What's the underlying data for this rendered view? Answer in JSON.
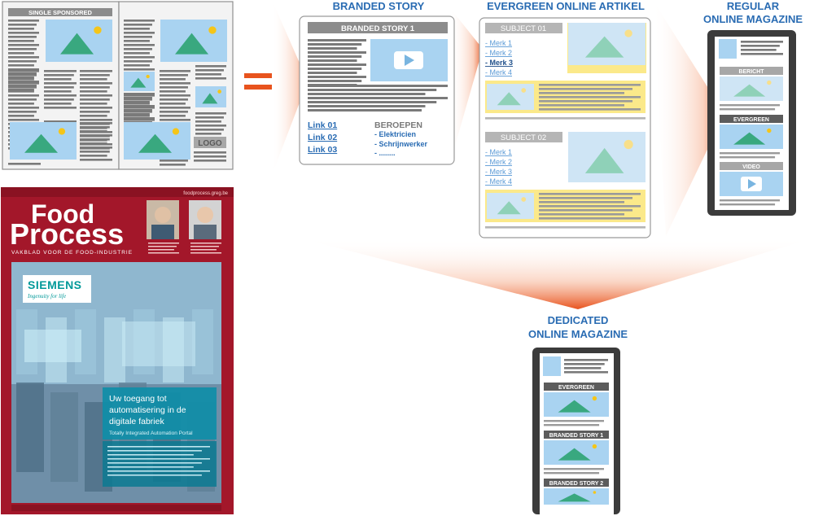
{
  "spread": {
    "banner": "SINGLE SPONSORED",
    "logo": "LOGO"
  },
  "equals": "=",
  "branded_story": {
    "heading": "BRANDED STORY",
    "card_title": "BRANDED STORY 1",
    "links": [
      "Link 01",
      "Link 02",
      "Link 03"
    ],
    "beroepen_title": "BEROEPEN",
    "beroepen_items": [
      "- Elektricien",
      "- Schrijnwerker",
      "- ........"
    ]
  },
  "evergreen": {
    "heading": "EVERGREEN ONLINE ARTIKEL",
    "subject1": "SUBJECT 01",
    "subject2": "SUBJECT 02",
    "merks1": [
      "- Merk 1",
      "- Merk 2",
      "- Merk 3",
      "- Merk 4"
    ],
    "merks2": [
      "- Merk 1",
      "- Merk 2",
      "- Merk 3",
      "- Merk 4"
    ]
  },
  "regular": {
    "heading_line1": "REGULAR",
    "heading_line2": "ONLINE MAGAZINE",
    "sections": [
      "BERICHT",
      "EVERGREEN",
      "VIDEO"
    ]
  },
  "dedicated": {
    "heading_line1": "DEDICATED",
    "heading_line2": "ONLINE MAGAZINE",
    "sections": [
      "EVERGREEN",
      "BRANDED STORY 1",
      "BRANDED STORY 2"
    ]
  },
  "magazine": {
    "title_line1": "Food",
    "title_line2": "Process",
    "subtitle": "VAKBLAD VOOR DE FOOD-INDUSTRIE",
    "website": "foodprocess.greg.be",
    "brand": "SIEMENS",
    "tagline": "Ingenuity for life",
    "headline": "Uw toegang tot automatisering in de digitale fabriek",
    "subheadline": "Totally Integrated Automation Portal"
  },
  "colors": {
    "accent_blue": "#2a6cb3",
    "arrow_orange": "#e8531d",
    "highlight_yellow": "#fbe98a",
    "image_blue": "#a9d3f1",
    "mountain_green": "#39a87f",
    "sun_yellow": "#f5c518",
    "magazine_red": "#a3172a",
    "gray_bar": "#8c8c8c",
    "phone_frame": "#3b3b3b"
  }
}
